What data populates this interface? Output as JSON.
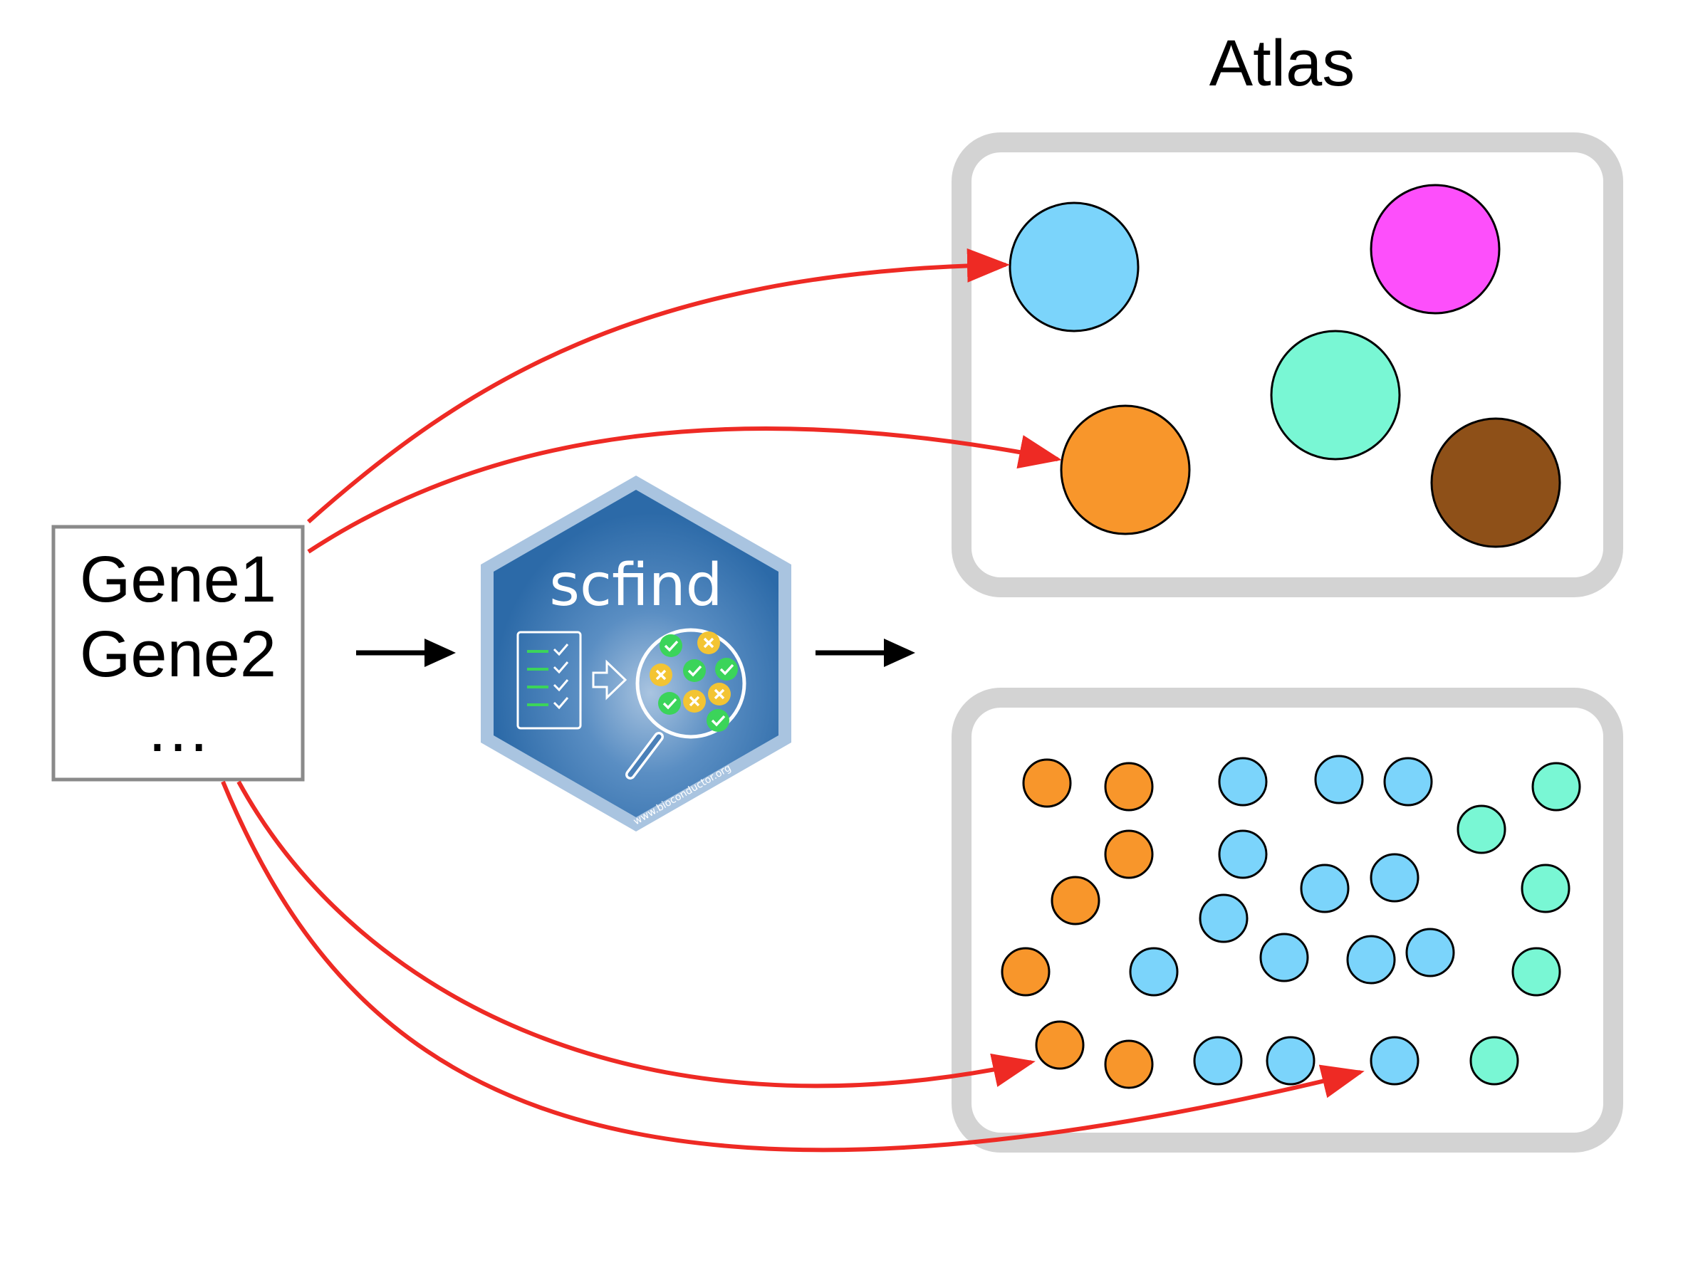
{
  "atlas": {
    "title": "Atlas"
  },
  "query_box": {
    "lines": [
      "Gene1",
      "Gene2",
      "…"
    ]
  },
  "logo": {
    "name": "scfind",
    "website": "www.bioconductor.org"
  },
  "colors": {
    "highlight_arrow": "#ee2a24",
    "flow_arrow": "#000000",
    "panel_border": "#d3d3d3",
    "light_blue": "#7bd4fb",
    "magenta": "#fd4ffb",
    "mint": "#79f7d4",
    "orange": "#f8962b",
    "brown": "#8e5018",
    "hex_fill": "#2c6aa8",
    "hex_border": "#a9c4e0",
    "check_green": "#3bd45a",
    "cross_yellow": "#f3c433"
  },
  "icons": [
    "right-arrow-icon",
    "checklist-icon",
    "hollow-arrow-icon",
    "magnifier-icon",
    "check-icon",
    "cross-icon"
  ]
}
